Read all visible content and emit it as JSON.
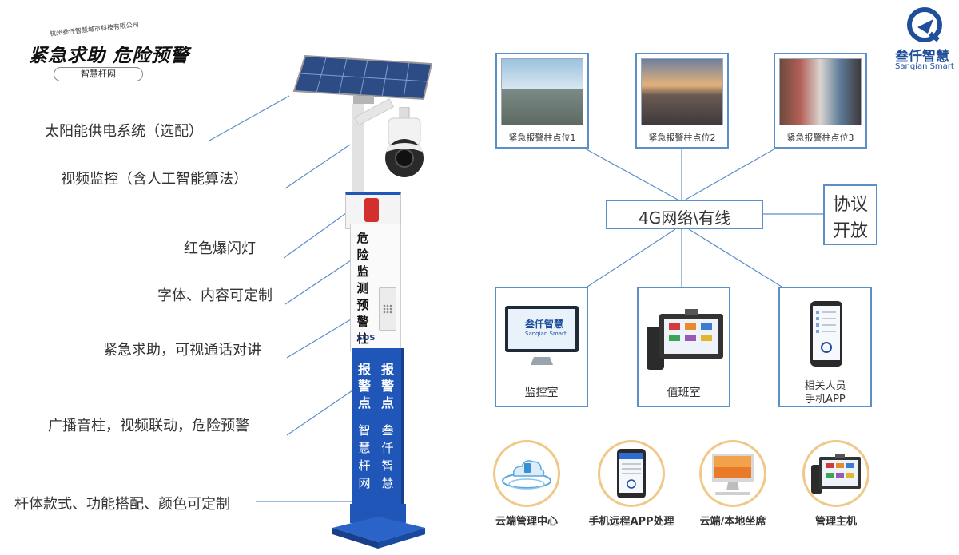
{
  "header": {
    "company_small": "杭州叁仟智慧城市科技有限公司",
    "title": "紧急求助 危险预警",
    "subtitle": "智慧杆网"
  },
  "brand": {
    "logo_cn": "叁仟智慧",
    "logo_en": "Sanqian Smart",
    "color": "#1f4e9a"
  },
  "features": [
    "太阳能供电系统（选配）",
    "视频监控（含人工智能算法）",
    "红色爆闪灯",
    "字体、内容可定制",
    "紧急求助，可视通话对讲",
    "广播音柱，视频联动，危险预警",
    "杆体款式、功能搭配、颜色可定制"
  ],
  "pole": {
    "panel_text": "危险监测预警柱",
    "sos": "SOS",
    "col_left_top": "报警点",
    "col_right_top": "报警点",
    "col_left_bottom": "智慧杆网",
    "col_right_bottom": "叁仟智慧",
    "body_color": "#1f56b8"
  },
  "points": [
    {
      "label": "紧急报警柱点位1"
    },
    {
      "label": "紧急报警柱点位2"
    },
    {
      "label": "紧急报警柱点位3"
    }
  ],
  "network": {
    "hub": "4G网络\\有线",
    "protocol_line1": "协议",
    "protocol_line2": "开放"
  },
  "terminals": [
    {
      "label": "监控室"
    },
    {
      "label": "值班室"
    },
    {
      "label_line1": "相关人员",
      "label_line2": "手机APP"
    }
  ],
  "monitor_logo": {
    "cn": "叁仟智慧",
    "en": "Sanqian Smart"
  },
  "bottom_items": [
    {
      "label": "云端管理中心"
    },
    {
      "label": "手机远程APP处理"
    },
    {
      "label": "云端/本地坐席"
    },
    {
      "label": "管理主机"
    }
  ],
  "colors": {
    "line": "#5b8fc9",
    "circle_border": "#f0c988",
    "pole_blue": "#1f56b8"
  }
}
